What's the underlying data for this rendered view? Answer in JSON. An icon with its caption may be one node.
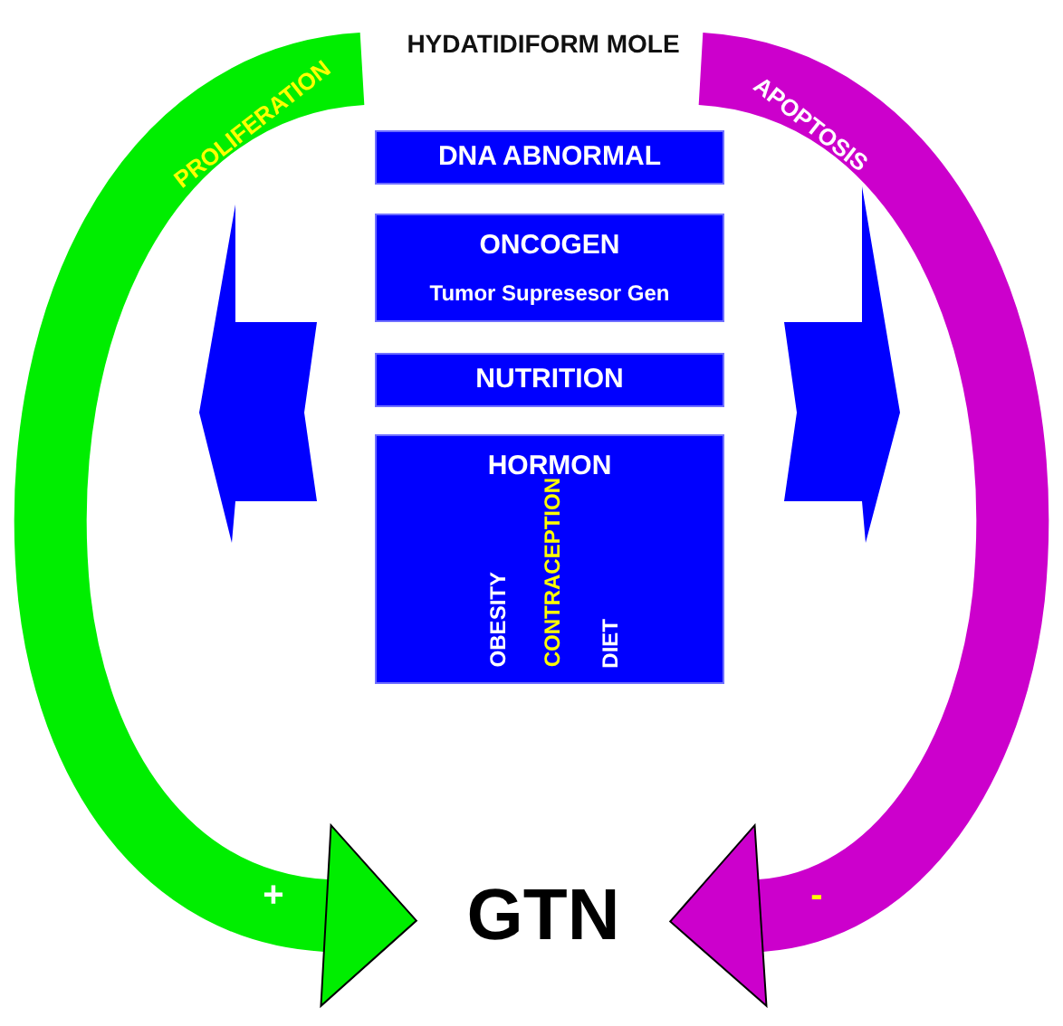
{
  "diagram": {
    "title": "HYDATIDIFORM MOLE",
    "nodes": [
      {
        "text": [
          "DNA ABNORMAL"
        ]
      },
      {
        "text": [
          "ONCOGEN",
          "Tumor Supresesor Gen"
        ]
      },
      {
        "text": [
          "NUTRITION"
        ]
      },
      {
        "text": [
          "HORMON",
          "OBESITY",
          "CONTRACEPTION",
          "DIET"
        ]
      },
      {
        "text": [
          "GTN"
        ]
      }
    ],
    "edges": [
      {
        "from": null,
        "to": 4,
        "arrow": "to",
        "label": "PROLIFERATION",
        "color": "#00ee00"
      },
      {
        "from": null,
        "to": 4,
        "arrow": "to",
        "label": "APOPTOSIS",
        "color": "#cc00cc"
      }
    ],
    "labels": [
      "+",
      "-"
    ]
  }
}
